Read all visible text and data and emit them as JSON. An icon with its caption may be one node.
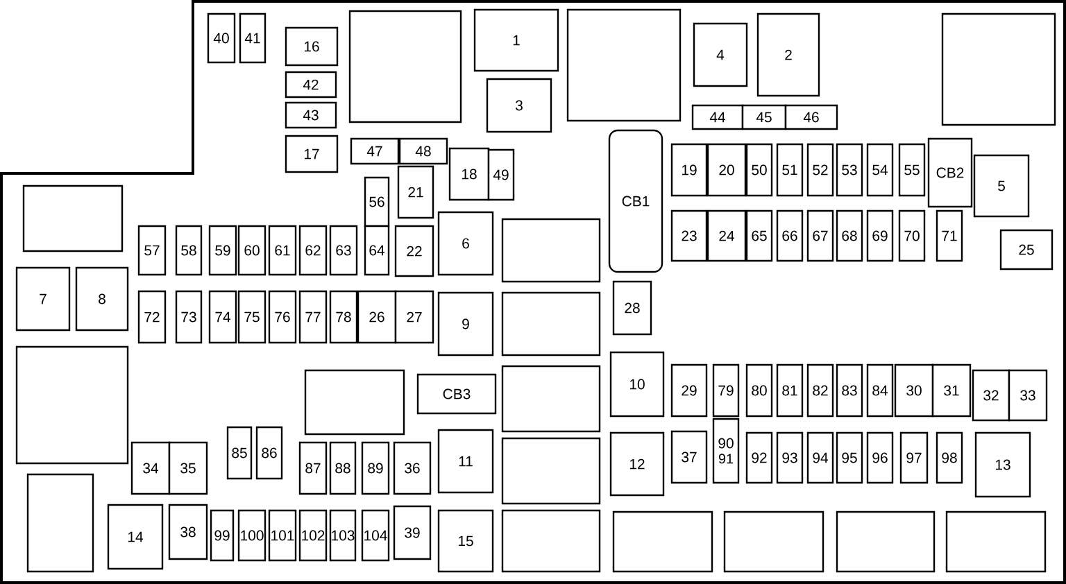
{
  "diagram": {
    "nodes": [
      {
        "text": [
          "40"
        ]
      },
      {
        "text": [
          "41"
        ]
      },
      {
        "text": [],
        "shape": "box"
      },
      {
        "text": [
          "1"
        ]
      },
      {
        "text": [],
        "shape": "box"
      },
      {
        "text": [
          "2"
        ]
      },
      {
        "text": [],
        "shape": "box"
      },
      {
        "text": [
          "4"
        ]
      },
      {
        "text": [
          "16"
        ]
      },
      {
        "text": [
          "42"
        ]
      },
      {
        "text": [
          "3"
        ]
      },
      {
        "text": [
          "43"
        ]
      },
      {
        "text": [
          "44"
        ]
      },
      {
        "text": [
          "45"
        ]
      },
      {
        "text": [
          "46"
        ]
      },
      {
        "text": [
          "CB1"
        ]
      },
      {
        "text": [
          "17"
        ]
      },
      {
        "text": [
          "47"
        ]
      },
      {
        "text": [
          "48"
        ]
      },
      {
        "text": [
          "CB2"
        ]
      },
      {
        "text": [
          "19"
        ]
      },
      {
        "text": [
          "20"
        ]
      },
      {
        "text": [
          "50"
        ]
      },
      {
        "text": [
          "51"
        ]
      },
      {
        "text": [
          "52"
        ]
      },
      {
        "text": [
          "53"
        ]
      },
      {
        "text": [
          "54"
        ]
      },
      {
        "text": [
          "55"
        ]
      },
      {
        "text": [
          "18"
        ]
      },
      {
        "text": [
          "49"
        ]
      },
      {
        "text": [
          "5"
        ]
      },
      {
        "text": [
          "21"
        ]
      },
      {
        "text": [
          "56"
        ]
      },
      {
        "text": [],
        "shape": "box"
      },
      {
        "text": [
          "6"
        ]
      },
      {
        "text": [
          "23"
        ]
      },
      {
        "text": [
          "24"
        ]
      },
      {
        "text": [
          "65"
        ]
      },
      {
        "text": [
          "66"
        ]
      },
      {
        "text": [
          "67"
        ]
      },
      {
        "text": [
          "68"
        ]
      },
      {
        "text": [
          "69"
        ]
      },
      {
        "text": [
          "70"
        ]
      },
      {
        "text": [
          "71"
        ]
      },
      {
        "text": [],
        "shape": "box"
      },
      {
        "text": [
          "57"
        ]
      },
      {
        "text": [
          "58"
        ]
      },
      {
        "text": [
          "59"
        ]
      },
      {
        "text": [
          "60"
        ]
      },
      {
        "text": [
          "61"
        ]
      },
      {
        "text": [
          "62"
        ]
      },
      {
        "text": [
          "63"
        ]
      },
      {
        "text": [
          "64"
        ]
      },
      {
        "text": [
          "22"
        ]
      },
      {
        "text": [
          "25"
        ]
      },
      {
        "text": [
          "7"
        ]
      },
      {
        "text": [
          "8"
        ]
      },
      {
        "text": [
          "28"
        ]
      },
      {
        "text": [
          "72"
        ]
      },
      {
        "text": [
          "73"
        ]
      },
      {
        "text": [
          "74"
        ]
      },
      {
        "text": [
          "75"
        ]
      },
      {
        "text": [
          "76"
        ]
      },
      {
        "text": [
          "77"
        ]
      },
      {
        "text": [
          "78"
        ]
      },
      {
        "text": [
          "26"
        ]
      },
      {
        "text": [
          "27"
        ]
      },
      {
        "text": [
          "9"
        ]
      },
      {
        "text": [],
        "shape": "box"
      },
      {
        "text": [],
        "shape": "box"
      },
      {
        "text": [
          "10"
        ]
      },
      {
        "text": [
          "29"
        ]
      },
      {
        "text": [
          "79"
        ]
      },
      {
        "text": [
          "80"
        ]
      },
      {
        "text": [
          "81"
        ]
      },
      {
        "text": [
          "82"
        ]
      },
      {
        "text": [
          "83"
        ]
      },
      {
        "text": [
          "84"
        ]
      },
      {
        "text": [
          "30"
        ]
      },
      {
        "text": [
          "31"
        ]
      },
      {
        "text": [
          "32"
        ]
      },
      {
        "text": [
          "33"
        ]
      },
      {
        "text": [],
        "shape": "box"
      },
      {
        "text": [
          "CB3"
        ]
      },
      {
        "text": [],
        "shape": "box"
      },
      {
        "text": [
          "90",
          "91"
        ]
      },
      {
        "text": [
          "85"
        ]
      },
      {
        "text": [
          "86"
        ]
      },
      {
        "text": [
          "11"
        ]
      },
      {
        "text": [
          "37"
        ]
      },
      {
        "text": [
          "92"
        ]
      },
      {
        "text": [
          "93"
        ]
      },
      {
        "text": [
          "94"
        ]
      },
      {
        "text": [
          "95"
        ]
      },
      {
        "text": [
          "96"
        ]
      },
      {
        "text": [
          "97"
        ]
      },
      {
        "text": [
          "98"
        ]
      },
      {
        "text": [
          "12"
        ]
      },
      {
        "text": [
          "13"
        ]
      },
      {
        "text": [],
        "shape": "box"
      },
      {
        "text": [
          "34"
        ]
      },
      {
        "text": [
          "35"
        ]
      },
      {
        "text": [
          "87"
        ]
      },
      {
        "text": [
          "88"
        ]
      },
      {
        "text": [
          "89"
        ]
      },
      {
        "text": [
          "36"
        ]
      },
      {
        "text": [],
        "shape": "box"
      },
      {
        "text": [
          "14"
        ]
      },
      {
        "text": [
          "38"
        ]
      },
      {
        "text": [
          "99"
        ]
      },
      {
        "text": [
          "100"
        ]
      },
      {
        "text": [
          "101"
        ]
      },
      {
        "text": [
          "102"
        ]
      },
      {
        "text": [
          "103"
        ]
      },
      {
        "text": [
          "104"
        ]
      },
      {
        "text": [
          "39"
        ]
      },
      {
        "text": [
          "15"
        ]
      },
      {
        "text": [],
        "shape": "box"
      },
      {
        "text": [],
        "shape": "box"
      },
      {
        "text": [],
        "shape": "box"
      },
      {
        "text": [],
        "shape": "box"
      },
      {
        "text": [],
        "shape": "box"
      }
    ]
  }
}
